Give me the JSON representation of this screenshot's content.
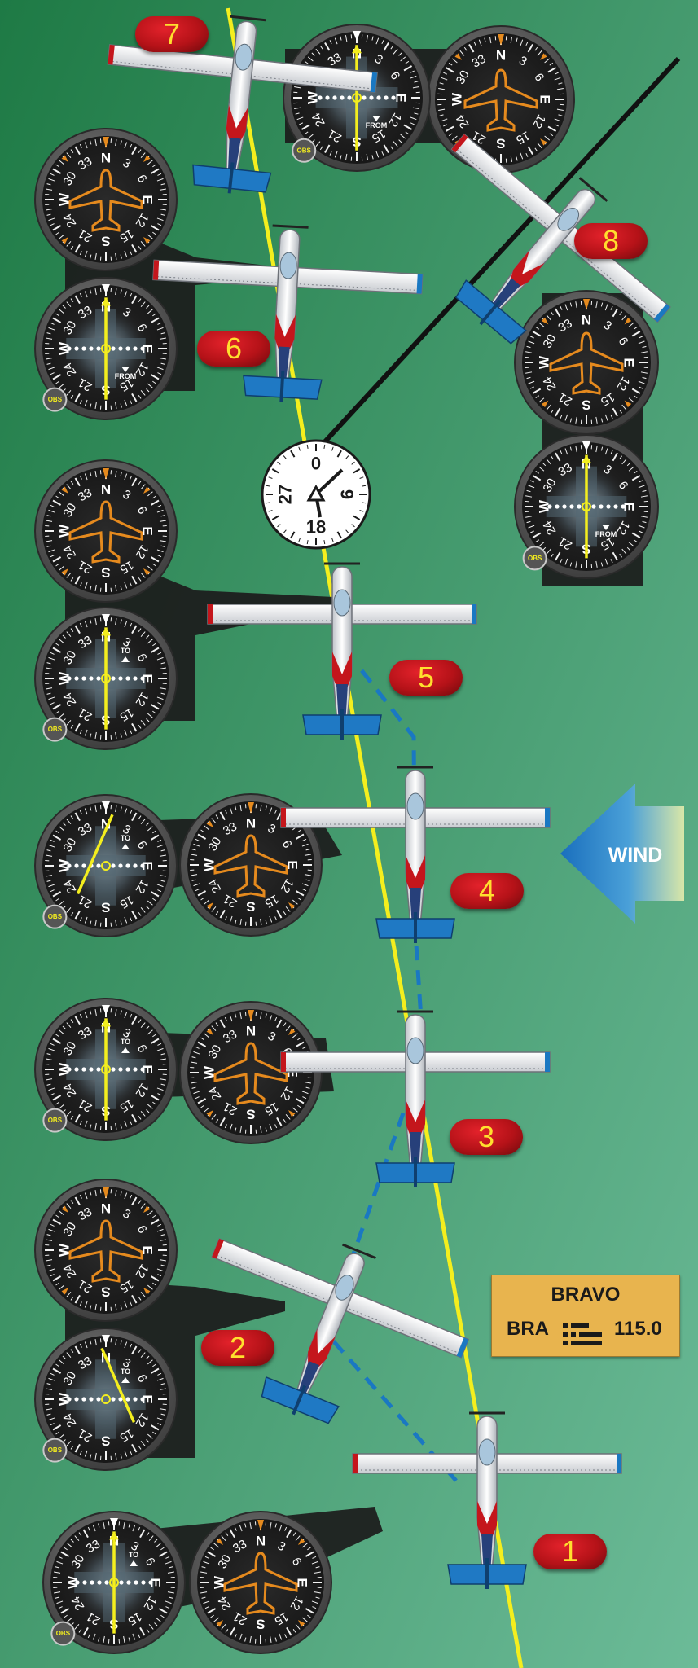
{
  "colors": {
    "background_top": "#1e7a45",
    "background_bottom": "#6cbb98",
    "course_line": "#f4ee1e",
    "ground_track": "#1a78c2",
    "badge": "#c4161c",
    "badge_text": "#ffdf2e",
    "vor_box": "#e8b44e",
    "wind_arrow": "#1f79c4",
    "heading_icon": "#e58a1e"
  },
  "positions": [
    {
      "number": "1",
      "vor_needle": "centered",
      "vor_flag": "TO"
    },
    {
      "number": "2",
      "vor_needle": "right",
      "vor_flag": "TO"
    },
    {
      "number": "3",
      "vor_needle": "centered",
      "vor_flag": "TO"
    },
    {
      "number": "4",
      "vor_needle": "left",
      "vor_flag": "TO"
    },
    {
      "number": "5",
      "vor_needle": "centered",
      "vor_flag": "TO"
    },
    {
      "number": "6",
      "vor_needle": "centered",
      "vor_flag": "FROM"
    },
    {
      "number": "7",
      "vor_needle": "centered",
      "vor_flag": "FROM"
    },
    {
      "number": "8",
      "vor_needle": "centered",
      "vor_flag": "FROM"
    }
  ],
  "vor_station": {
    "name": "BRAVO",
    "ident": "BRA",
    "frequency": "115.0",
    "compass_rose_labels": [
      "0",
      "9",
      "18",
      "27"
    ]
  },
  "wind_label": "WIND",
  "obs_label": "OBS",
  "flag_to": "TO",
  "flag_from": "FROM",
  "heading_indicator_labels": [
    "N",
    "3",
    "6",
    "E",
    "12",
    "15",
    "S",
    "21",
    "24",
    "W",
    "30",
    "33"
  ]
}
